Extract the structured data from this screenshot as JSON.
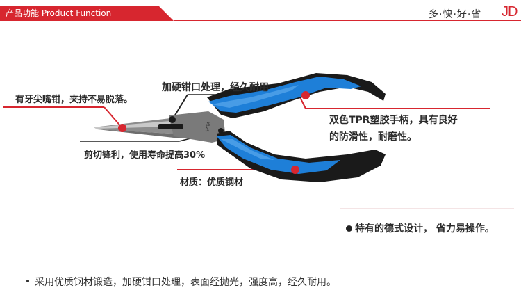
{
  "header": {
    "title": "产品功能 Product Function",
    "slogan": "多·快·好·省",
    "brand": "JD",
    "accent_color": "#d7262f"
  },
  "product": {
    "tool": "needle-nose-pliers",
    "handle_color": "#1e7fd8",
    "grip_color": "#1a1a1a",
    "jaw_marking": "SATA"
  },
  "callouts": {
    "jaw_grip": "有牙尖嘴钳，夹持不易脱落。",
    "hardened_jaw": "加硬钳口处理，经久耐用",
    "handle_line1": "双色TPR塑胶手柄，具有良好",
    "handle_line2": "的防滑性，耐磨性。",
    "cutting": "剪切锋利，使用寿命提高30%",
    "material": "材质：优质钢材"
  },
  "feature": {
    "text": "特有的德式设计， 省力易操作。"
  },
  "footer": {
    "text": "采用优质钢材锻造，加硬钳口处理，表面经抛光，强度高，经久耐用。"
  }
}
